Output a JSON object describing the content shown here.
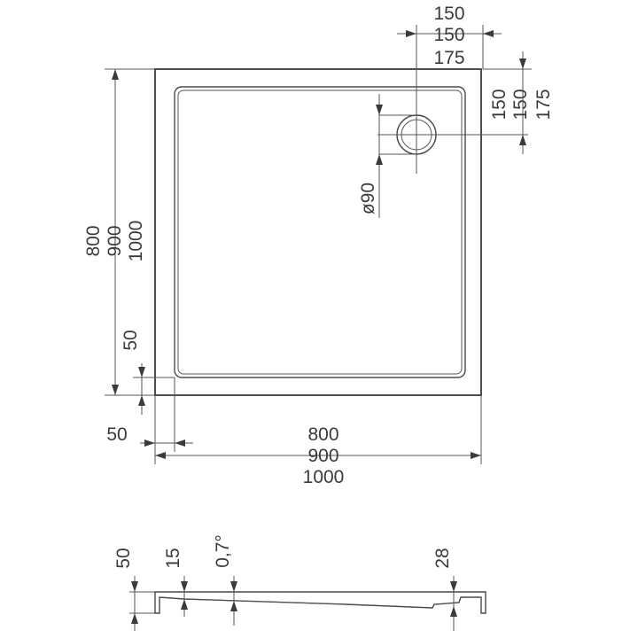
{
  "top_view": {
    "drain_offset_x": [
      "150",
      "150",
      "175"
    ],
    "drain_offset_y": [
      "150",
      "150",
      "175"
    ],
    "drain_diameter": "ø90",
    "height_sizes": [
      "800",
      "900",
      "1000"
    ],
    "left_margin": "50",
    "bottom_margin": "50",
    "width_sizes": [
      "800",
      "900",
      "1000"
    ]
  },
  "side_view": {
    "total_height": "50",
    "depth": "15",
    "slope": "0,7°",
    "drain_height": "28"
  }
}
